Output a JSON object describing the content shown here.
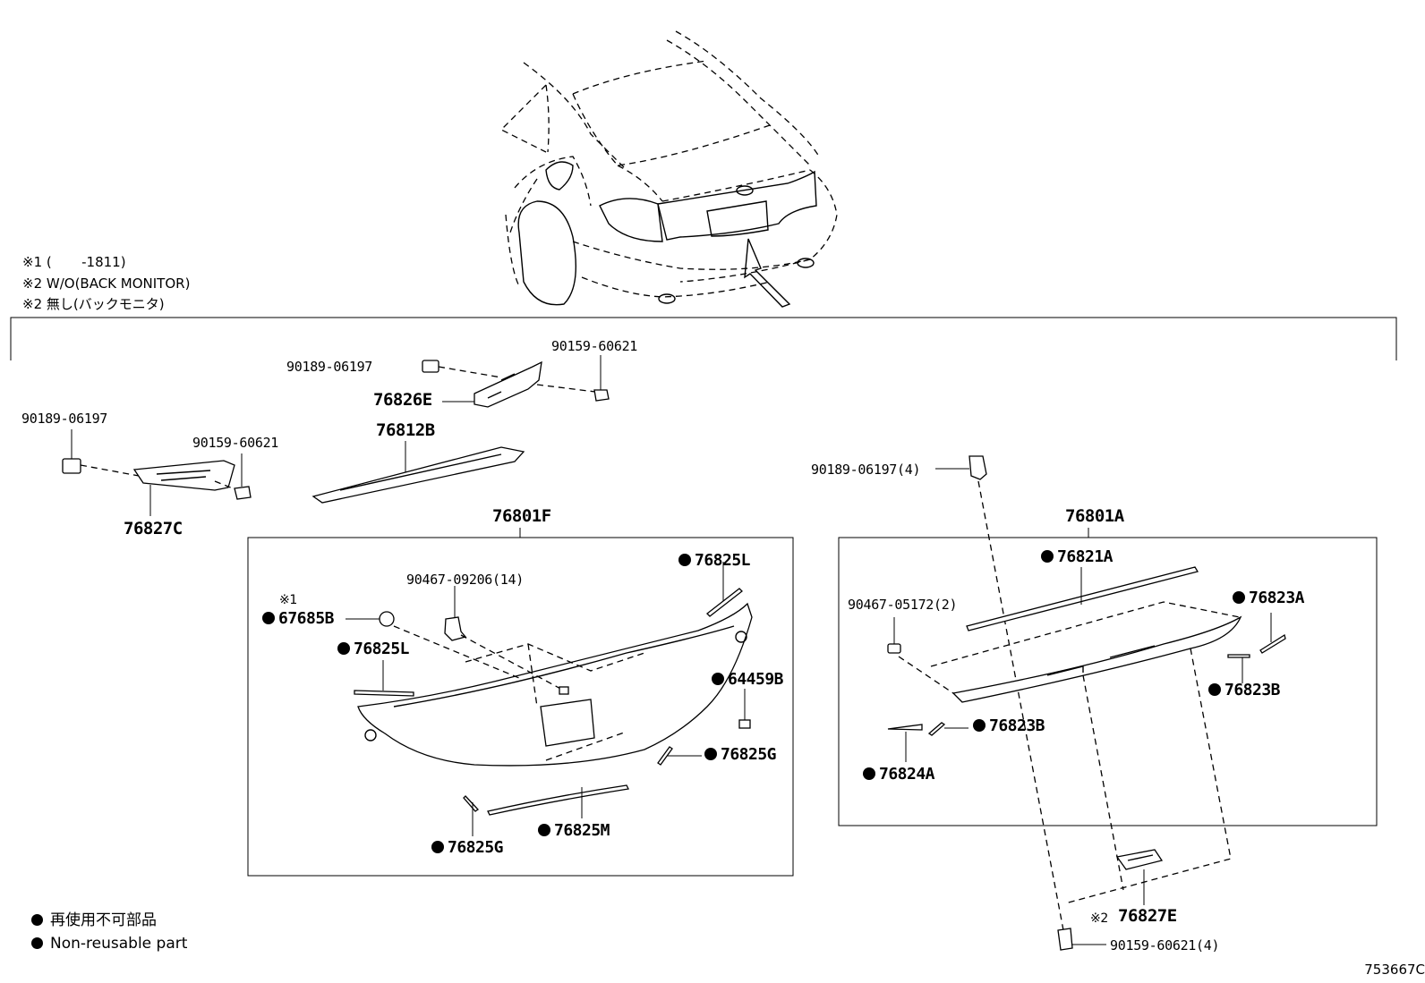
{
  "notes": {
    "n1": "※1 (       -1811)",
    "n2": "※2 W/O(BACK MONITOR)",
    "n3": "※2 無し(バックモニタ)"
  },
  "labels": {
    "p90189_a": "90189-06197",
    "p90159_a": "90159-60621",
    "p76826E": "76826E",
    "p90189_b": "90189-06197",
    "p90159_b": "90159-60621",
    "p76812B": "76812B",
    "p76827C": "76827C",
    "p76801F": "76801F",
    "p90189_c": "90189-06197(4)",
    "p76801A": "76801A",
    "p76825L_a": "76825L",
    "p90467_a": "90467-09206(14)",
    "sym1": "※1",
    "p67685B": "67685B",
    "p76825L_b": "76825L",
    "p64459B": "64459B",
    "p76825G_a": "76825G",
    "p76825M": "76825M",
    "p76825G_b": "76825G",
    "p76821A": "76821A",
    "p90467_b": "90467-05172(2)",
    "p76823A": "76823A",
    "p76823B_a": "76823B",
    "p76823B_b": "76823B",
    "p76824A": "76824A",
    "sym2": "※2",
    "p76827E": "76827E",
    "p90159_c": "90159-60621(4)"
  },
  "legend": {
    "jp": "再使用不可部品",
    "en": "Non-reusable part"
  },
  "figure_id": "753667C"
}
